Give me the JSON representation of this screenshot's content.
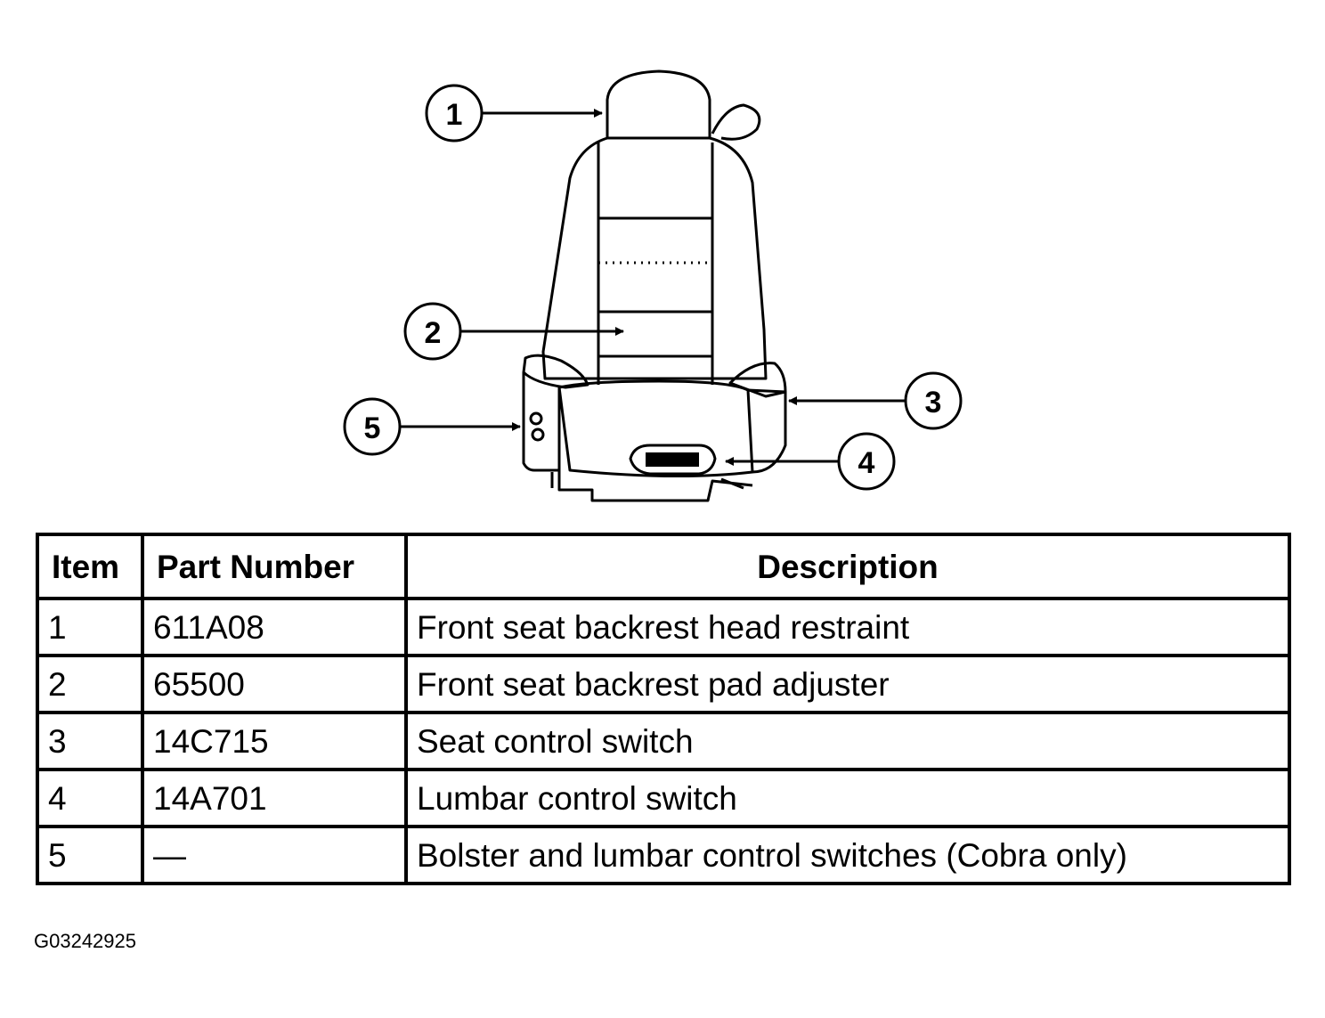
{
  "callouts": [
    "1",
    "2",
    "3",
    "4",
    "5"
  ],
  "table": {
    "headers": {
      "item": "Item",
      "part_number": "Part Number",
      "description": "Description"
    },
    "rows": [
      {
        "item": "1",
        "part_number": "611A08",
        "description": "Front seat backrest head restraint"
      },
      {
        "item": "2",
        "part_number": "65500",
        "description": "Front seat backrest pad adjuster"
      },
      {
        "item": "3",
        "part_number": "14C715",
        "description": "Seat control switch"
      },
      {
        "item": "4",
        "part_number": "14A701",
        "description": "Lumbar control switch"
      },
      {
        "item": "5",
        "part_number": "—",
        "description": "Bolster and lumbar control switches (Cobra only)"
      }
    ]
  },
  "figure_id": "G03242925"
}
